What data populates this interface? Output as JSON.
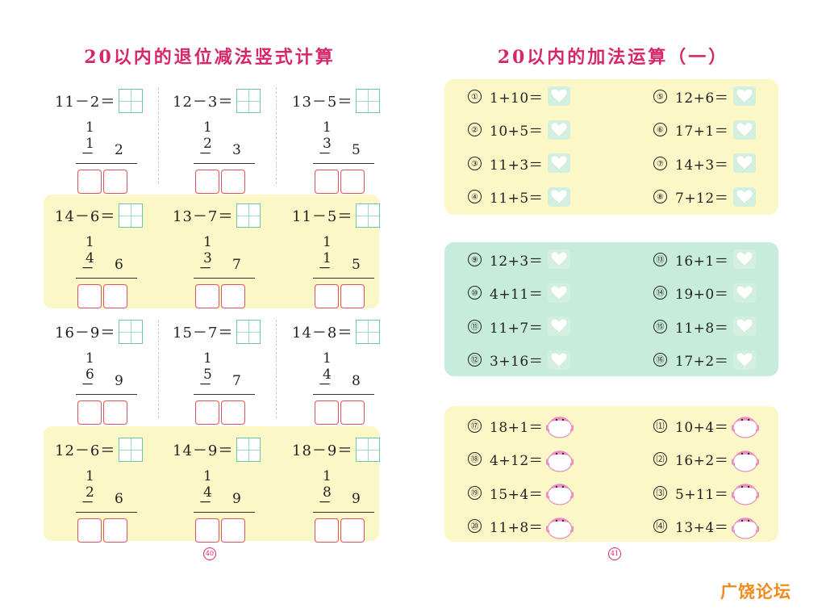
{
  "left_page": {
    "title": "20以内的退位减法竖式计算",
    "page_number": "40",
    "problems": [
      {
        "eq": "11－2＝",
        "top": "1 1",
        "sub": "2"
      },
      {
        "eq": "12－3＝",
        "top": "1 2",
        "sub": "3"
      },
      {
        "eq": "13－5＝",
        "top": "1 3",
        "sub": "5"
      },
      {
        "eq": "14－6＝",
        "top": "1 4",
        "sub": "6"
      },
      {
        "eq": "13－7＝",
        "top": "1 3",
        "sub": "7"
      },
      {
        "eq": "11－5＝",
        "top": "1 1",
        "sub": "5"
      },
      {
        "eq": "16－9＝",
        "top": "1 6",
        "sub": "9"
      },
      {
        "eq": "15－7＝",
        "top": "1 5",
        "sub": "7"
      },
      {
        "eq": "14－8＝",
        "top": "1 4",
        "sub": "8"
      },
      {
        "eq": "12－6＝",
        "top": "1 2",
        "sub": "6"
      },
      {
        "eq": "14－9＝",
        "top": "1 4",
        "sub": "9"
      },
      {
        "eq": "18－9＝",
        "top": "1 8",
        "sub": "9"
      }
    ],
    "minus_sign": "－"
  },
  "right_page": {
    "title": "20以内的加法运算（一）",
    "page_number": "41",
    "panels": [
      {
        "left": [
          {
            "n": "1",
            "expr": "1+10＝"
          },
          {
            "n": "2",
            "expr": "10+5＝"
          },
          {
            "n": "3",
            "expr": "11+3＝"
          },
          {
            "n": "4",
            "expr": "11+5＝"
          }
        ],
        "right": [
          {
            "n": "5",
            "expr": "12+6＝"
          },
          {
            "n": "6",
            "expr": "17+1＝"
          },
          {
            "n": "7",
            "expr": "14+3＝"
          },
          {
            "n": "8",
            "expr": "7+12＝"
          }
        ]
      },
      {
        "left": [
          {
            "n": "9",
            "expr": "12+3＝"
          },
          {
            "n": "10",
            "expr": "4+11＝"
          },
          {
            "n": "11",
            "expr": "11+7＝"
          },
          {
            "n": "12",
            "expr": "3+16＝"
          }
        ],
        "right": [
          {
            "n": "13",
            "expr": "16+1＝"
          },
          {
            "n": "14",
            "expr": "19+0＝"
          },
          {
            "n": "15",
            "expr": "11+8＝"
          },
          {
            "n": "16",
            "expr": "17+2＝"
          }
        ]
      },
      {
        "left": [
          {
            "n": "17",
            "expr": "18+1＝"
          },
          {
            "n": "18",
            "expr": "4+12＝"
          },
          {
            "n": "19",
            "expr": "15+4＝"
          },
          {
            "n": "20",
            "expr": "11+8＝"
          }
        ],
        "right": [
          {
            "n": "21",
            "expr": "10+4＝"
          },
          {
            "n": "22",
            "expr": "16+2＝"
          },
          {
            "n": "23",
            "expr": "5+11＝"
          },
          {
            "n": "24",
            "expr": "13+4＝"
          }
        ]
      }
    ]
  },
  "watermark": "广饶论坛",
  "colors": {
    "title": "#d6276b",
    "band_yellow": "#fbf7c6",
    "band_teal": "#c7ebdc",
    "answer_box": "#e0505f",
    "grid_box": "#6cc7a6",
    "watermark": "#f08a1f"
  }
}
